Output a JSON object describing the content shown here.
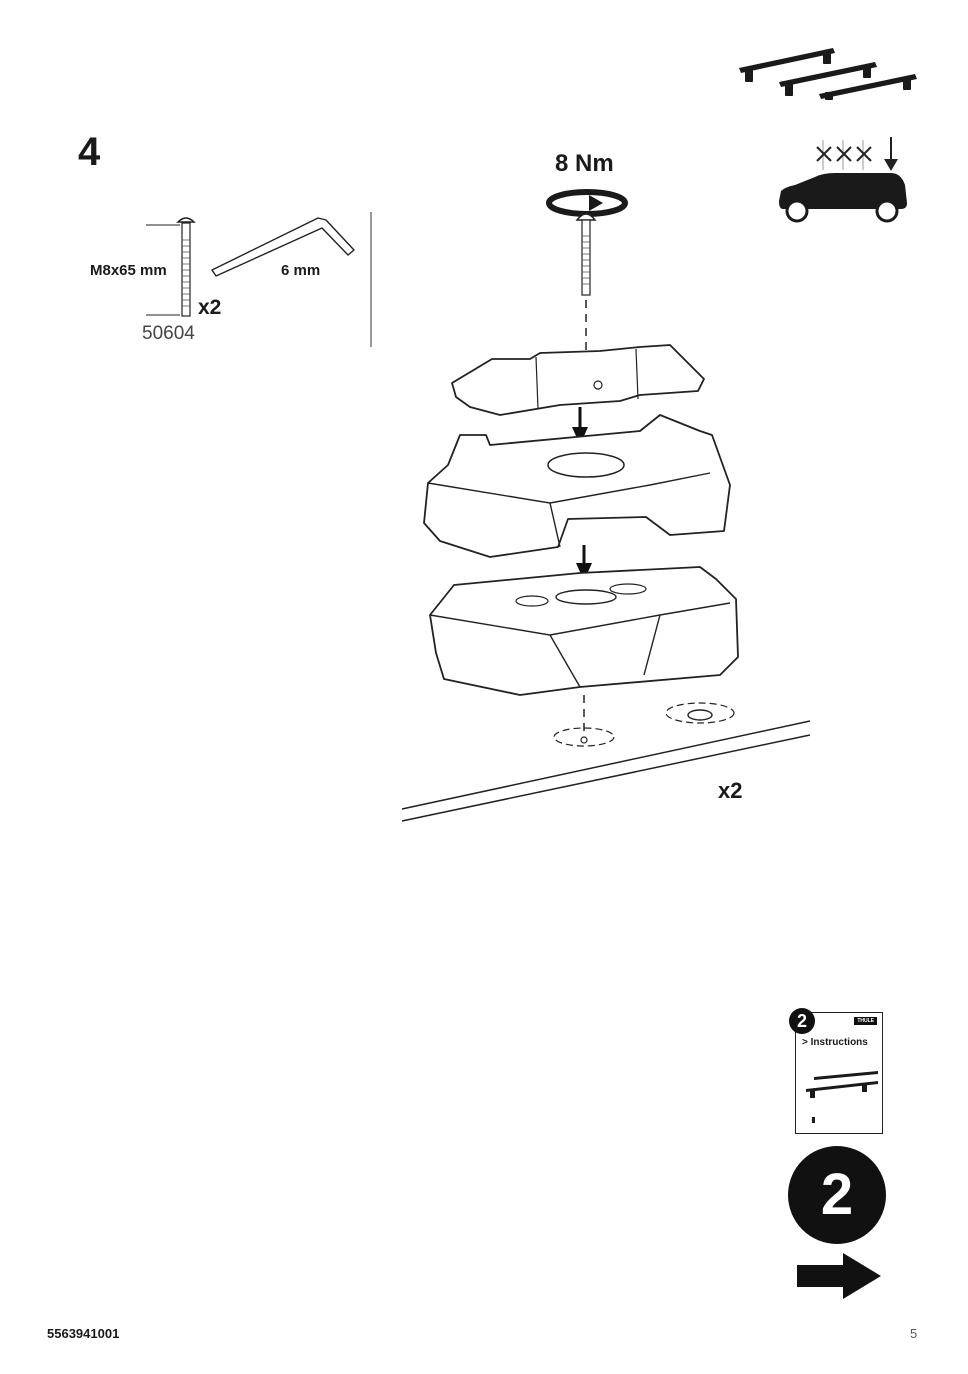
{
  "step": {
    "number": "4"
  },
  "parts": {
    "screw_size": "M8x65 mm",
    "screw_quantity": "x2",
    "part_number": "50604",
    "key_size": "6 mm"
  },
  "assembly": {
    "torque": "8 Nm",
    "quantity": "x2"
  },
  "vehicle_icon": {
    "marks": "XXX"
  },
  "booklet": {
    "number": "2",
    "brand": "THULE",
    "title": "> Instructions"
  },
  "next_step": {
    "number": "2"
  },
  "footer": {
    "document_number": "5563941001",
    "page_number": "5"
  }
}
